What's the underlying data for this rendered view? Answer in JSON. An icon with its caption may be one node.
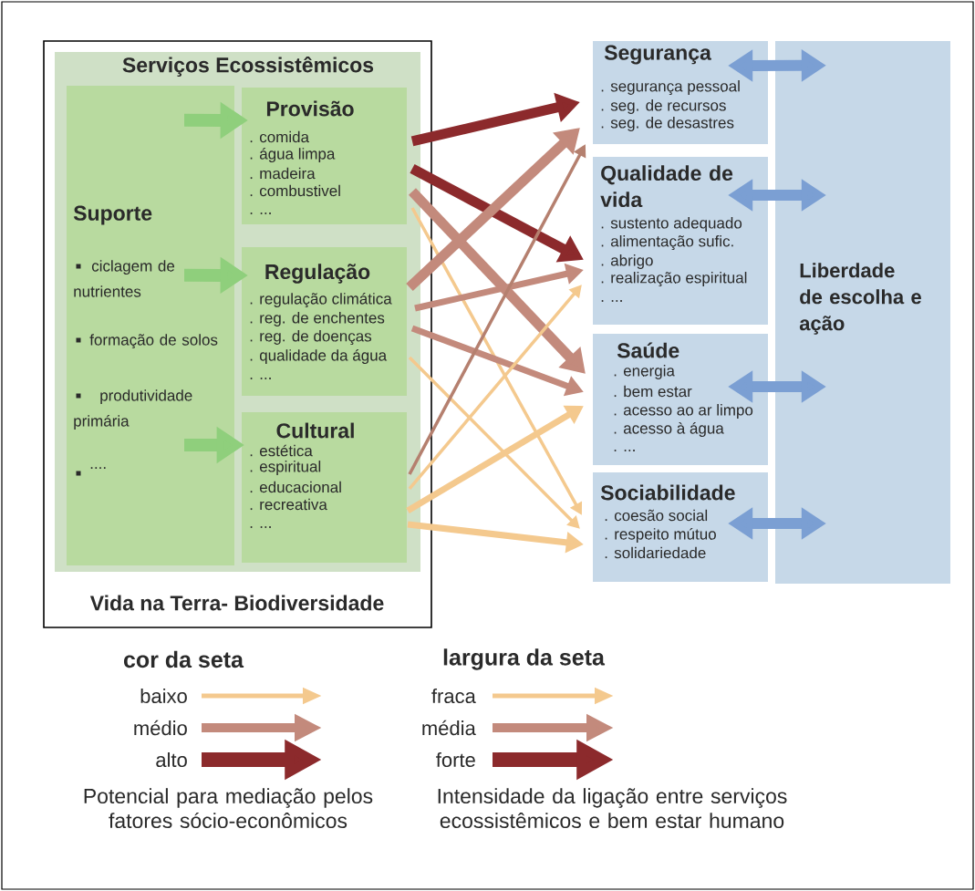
{
  "diagram": {
    "nodes": [
      {
        "text": [
          "Vida na Terra- Biodiversidade"
        ]
      },
      {
        "text": [
          "Serviços Ecossistêmicos"
        ],
        "in": 0
      },
      {
        "text": [
          "Suporte",
          "ciclagem de nutrientes",
          "formação de solos",
          "produtividade primária",
          "...."
        ],
        "in": 1
      },
      {
        "text": [
          "Provisão",
          ". comida",
          ". água limpa",
          ". madeira",
          ". combustivel",
          ". ..."
        ],
        "in": 1
      },
      {
        "text": [
          "Regulação",
          ". regulação climática",
          ". reg. de enchentes",
          ". reg. de doenças",
          ". qualidade da água",
          ". ..."
        ],
        "in": 1
      },
      {
        "text": [
          "Cultural",
          ". estética",
          ". espiritual",
          ". educacional",
          ". recreativa",
          ". ..."
        ],
        "in": 1
      },
      {
        "text": [
          "Segurança",
          ". segurança pessoal",
          ". seg. de recursos",
          ". seg. de desastres"
        ]
      },
      {
        "text": [
          "Qualidade de vida",
          ". sustento adequado",
          ". alimentação sufic.",
          ". abrigo",
          ". realização espiritual",
          ". ..."
        ]
      },
      {
        "text": [
          "Saúde",
          ". energia",
          ". bem estar",
          ". acesso ao ar limpo",
          ". acesso à água",
          ". ..."
        ]
      },
      {
        "text": [
          "Sociabilidade",
          ". coesão social",
          ". respeito mútuo",
          ". solidariedade"
        ]
      },
      {
        "text": [
          "Liberdade de escolha e ação"
        ]
      }
    ],
    "edges": [
      {
        "from": 2,
        "to": 3,
        "arrow": "to",
        "color": "#8fcf7c"
      },
      {
        "from": 2,
        "to": 4,
        "arrow": "to",
        "color": "#8fcf7c"
      },
      {
        "from": 2,
        "to": 5,
        "arrow": "to",
        "color": "#8fcf7c"
      },
      {
        "from": 3,
        "to": 6,
        "arrow": "to",
        "color": "#8c2a2c"
      },
      {
        "from": 3,
        "to": 7,
        "arrow": "to",
        "color": "#8c2a2c"
      },
      {
        "from": 3,
        "to": 8,
        "arrow": "to",
        "color": "#c38a7c"
      },
      {
        "from": 3,
        "to": 9,
        "arrow": "to",
        "color": "#f4c98e"
      },
      {
        "from": 4,
        "to": 6,
        "arrow": "to",
        "color": "#c38a7c"
      },
      {
        "from": 4,
        "to": 7,
        "arrow": "to",
        "color": "#c38a7c"
      },
      {
        "from": 4,
        "to": 8,
        "arrow": "to",
        "color": "#c38a7c"
      },
      {
        "from": 4,
        "to": 9,
        "arrow": "to",
        "color": "#f4c98e"
      },
      {
        "from": 5,
        "to": 6,
        "arrow": "to",
        "color": "#b5806f"
      },
      {
        "from": 5,
        "to": 7,
        "arrow": "to",
        "color": "#f4c98e"
      },
      {
        "from": 5,
        "to": 8,
        "arrow": "to",
        "color": "#f4c98e"
      },
      {
        "from": 5,
        "to": 9,
        "arrow": "to",
        "color": "#f4c98e"
      },
      {
        "from": 6,
        "to": 10,
        "arrow": "both",
        "color": "#7b9fd3"
      },
      {
        "from": 7,
        "to": 10,
        "arrow": "both",
        "color": "#7b9fd3"
      },
      {
        "from": 8,
        "to": 10,
        "arrow": "both",
        "color": "#7b9fd3"
      },
      {
        "from": 9,
        "to": 10,
        "arrow": "both",
        "color": "#7b9fd3"
      }
    ],
    "labels": [
      "cor da seta",
      "largura da seta",
      "Potencial para mediação pelos fatores sócio-econômicos",
      "Intensidade da ligação entre serviços ecossistêmicos e bem estar humano"
    ],
    "legend": [
      {
        "text": "baixo"
      },
      {
        "text": "médio"
      },
      {
        "text": "alto"
      },
      {
        "text": "fraca"
      },
      {
        "text": "média"
      },
      {
        "text": "forte"
      }
    ]
  }
}
